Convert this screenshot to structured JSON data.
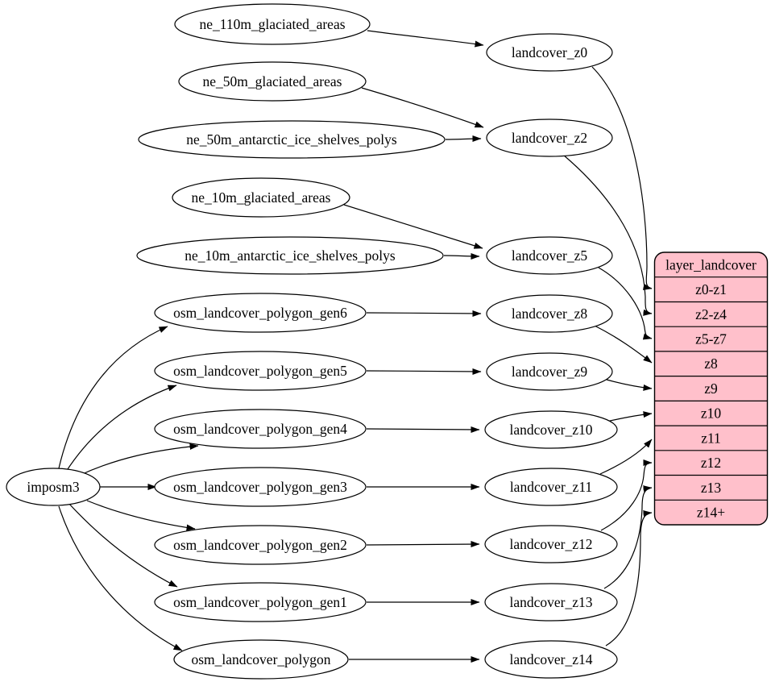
{
  "diagram": {
    "type": "graphviz-dependency-graph",
    "background_color": "#ffffff",
    "stroke_color": "#000000",
    "node_fill_color": "#ffffff",
    "nodes": {
      "ne_110m_glaciated_areas": "ne_110m_glaciated_areas",
      "ne_50m_glaciated_areas": "ne_50m_glaciated_areas",
      "ne_50m_antarctic_ice_shelves_polys": "ne_50m_antarctic_ice_shelves_polys",
      "ne_10m_glaciated_areas": "ne_10m_glaciated_areas",
      "ne_10m_antarctic_ice_shelves_polys": "ne_10m_antarctic_ice_shelves_polys",
      "osm_landcover_polygon_gen6": "osm_landcover_polygon_gen6",
      "osm_landcover_polygon_gen5": "osm_landcover_polygon_gen5",
      "osm_landcover_polygon_gen4": "osm_landcover_polygon_gen4",
      "osm_landcover_polygon_gen3": "osm_landcover_polygon_gen3",
      "osm_landcover_polygon_gen2": "osm_landcover_polygon_gen2",
      "osm_landcover_polygon_gen1": "osm_landcover_polygon_gen1",
      "osm_landcover_polygon": "osm_landcover_polygon",
      "imposm3": "imposm3",
      "landcover_z0": "landcover_z0",
      "landcover_z2": "landcover_z2",
      "landcover_z5": "landcover_z5",
      "landcover_z8": "landcover_z8",
      "landcover_z9": "landcover_z9",
      "landcover_z10": "landcover_z10",
      "landcover_z11": "landcover_z11",
      "landcover_z12": "landcover_z12",
      "landcover_z13": "landcover_z13",
      "landcover_z14": "landcover_z14"
    },
    "table": {
      "title": "layer_landcover",
      "fill": "#ffc0cb",
      "rows": [
        "z0-z1",
        "z2-z4",
        "z5-z7",
        "z8",
        "z9",
        "z10",
        "z11",
        "z12",
        "z13",
        "z14+"
      ]
    },
    "edges": [
      {
        "from": "ne_110m_glaciated_areas",
        "to": "landcover_z0"
      },
      {
        "from": "ne_50m_glaciated_areas",
        "to": "landcover_z2"
      },
      {
        "from": "ne_50m_antarctic_ice_shelves_polys",
        "to": "landcover_z2"
      },
      {
        "from": "ne_10m_glaciated_areas",
        "to": "landcover_z5"
      },
      {
        "from": "ne_10m_antarctic_ice_shelves_polys",
        "to": "landcover_z5"
      },
      {
        "from": "osm_landcover_polygon_gen6",
        "to": "landcover_z8"
      },
      {
        "from": "osm_landcover_polygon_gen5",
        "to": "landcover_z9"
      },
      {
        "from": "osm_landcover_polygon_gen4",
        "to": "landcover_z10"
      },
      {
        "from": "osm_landcover_polygon_gen3",
        "to": "landcover_z11"
      },
      {
        "from": "osm_landcover_polygon_gen2",
        "to": "landcover_z12"
      },
      {
        "from": "osm_landcover_polygon_gen1",
        "to": "landcover_z13"
      },
      {
        "from": "osm_landcover_polygon",
        "to": "landcover_z14"
      },
      {
        "from": "imposm3",
        "to": "osm_landcover_polygon_gen6"
      },
      {
        "from": "imposm3",
        "to": "osm_landcover_polygon_gen5"
      },
      {
        "from": "imposm3",
        "to": "osm_landcover_polygon_gen4"
      },
      {
        "from": "imposm3",
        "to": "osm_landcover_polygon_gen3"
      },
      {
        "from": "imposm3",
        "to": "osm_landcover_polygon_gen2"
      },
      {
        "from": "imposm3",
        "to": "osm_landcover_polygon_gen1"
      },
      {
        "from": "imposm3",
        "to": "osm_landcover_polygon"
      },
      {
        "from": "landcover_z0",
        "to": "layer_landcover:z0-z1"
      },
      {
        "from": "landcover_z2",
        "to": "layer_landcover:z2-z4"
      },
      {
        "from": "landcover_z5",
        "to": "layer_landcover:z5-z7"
      },
      {
        "from": "landcover_z8",
        "to": "layer_landcover:z8"
      },
      {
        "from": "landcover_z9",
        "to": "layer_landcover:z9"
      },
      {
        "from": "landcover_z10",
        "to": "layer_landcover:z10"
      },
      {
        "from": "landcover_z11",
        "to": "layer_landcover:z11"
      },
      {
        "from": "landcover_z12",
        "to": "layer_landcover:z12"
      },
      {
        "from": "landcover_z13",
        "to": "layer_landcover:z13"
      },
      {
        "from": "landcover_z14",
        "to": "layer_landcover:z14+"
      }
    ]
  }
}
